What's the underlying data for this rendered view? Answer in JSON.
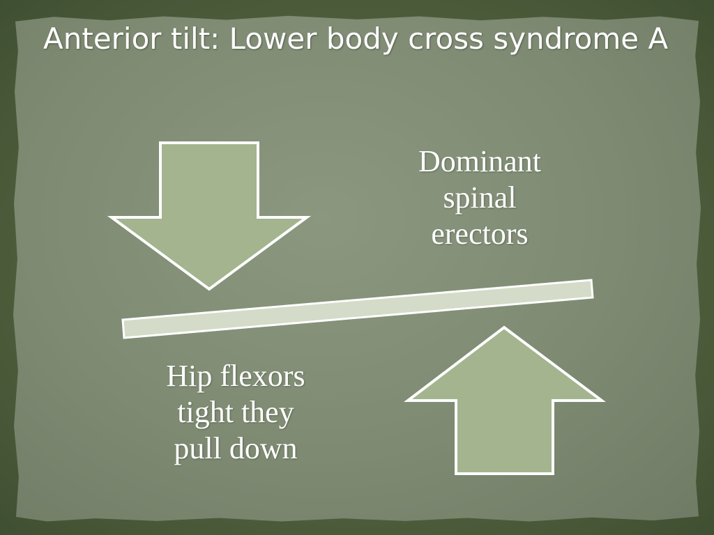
{
  "slide": {
    "title": "Anterior tilt: Lower body cross syndrome A",
    "top_label": [
      "Dominant",
      "spinal",
      "erectors"
    ],
    "bottom_label": [
      "Hip flexors",
      "tight they",
      "pull down"
    ]
  },
  "colors": {
    "background": "#4b5b3a",
    "paper": "#7e8a72",
    "arrow_fill": "#a3b48f",
    "arrow_stroke": "#ffffff",
    "bar_fill": "#d4dbc8",
    "text": "#ffffff"
  }
}
